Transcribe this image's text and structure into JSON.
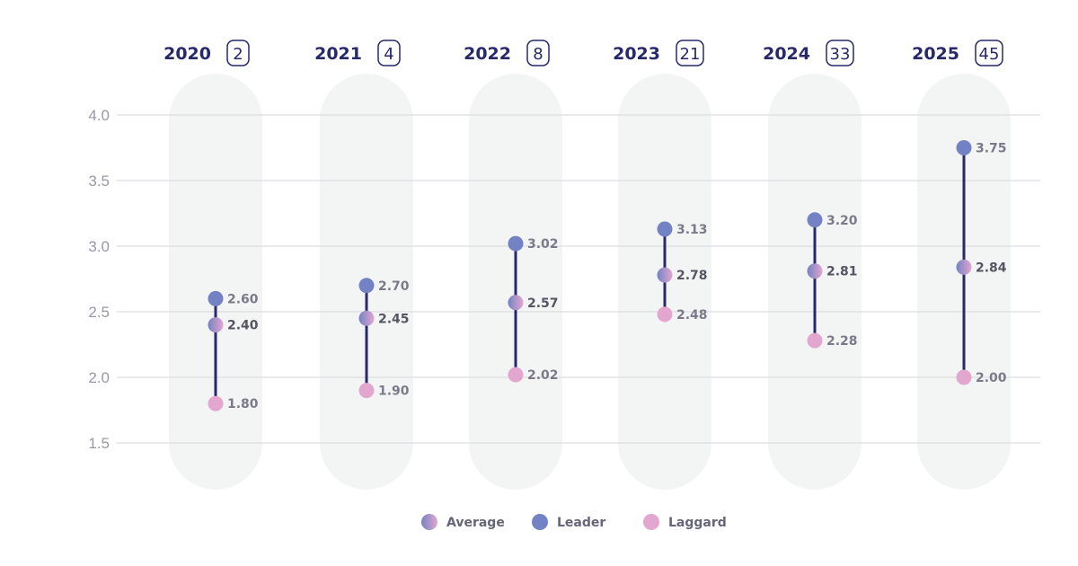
{
  "chart_data": {
    "type": "dumbbell",
    "categories": [
      "2020",
      "2021",
      "2022",
      "2023",
      "2024",
      "2025"
    ],
    "counts": [
      "2",
      "4",
      "8",
      "21",
      "33",
      "45"
    ],
    "series": [
      {
        "name": "Leader",
        "values": [
          2.6,
          2.7,
          3.02,
          3.13,
          3.2,
          3.75
        ],
        "labels": [
          "2.60",
          "2.70",
          "3.02",
          "3.13",
          "3.20",
          "3.75"
        ]
      },
      {
        "name": "Average",
        "values": [
          2.4,
          2.45,
          2.57,
          2.78,
          2.81,
          2.84
        ],
        "labels": [
          "2.40",
          "2.45",
          "2.57",
          "2.78",
          "2.81",
          "2.84"
        ]
      },
      {
        "name": "Laggard",
        "values": [
          1.8,
          1.9,
          2.02,
          2.48,
          2.28,
          2.0
        ],
        "labels": [
          "1.80",
          "1.90",
          "2.02",
          "2.48",
          "2.28",
          "2.00"
        ]
      }
    ],
    "yticks": [
      "1.5",
      "2.0",
      "2.5",
      "3.0",
      "3.5",
      "4.0"
    ],
    "ylim": [
      1.5,
      4.0
    ],
    "grid": true,
    "legend": {
      "position": "bottom",
      "items": [
        "Average",
        "Leader",
        "Laggard"
      ]
    },
    "colors": {
      "leader": "#7382c4",
      "laggard": "#e3a6cf",
      "line": "#27296b",
      "band": "#f3f5f4"
    }
  }
}
